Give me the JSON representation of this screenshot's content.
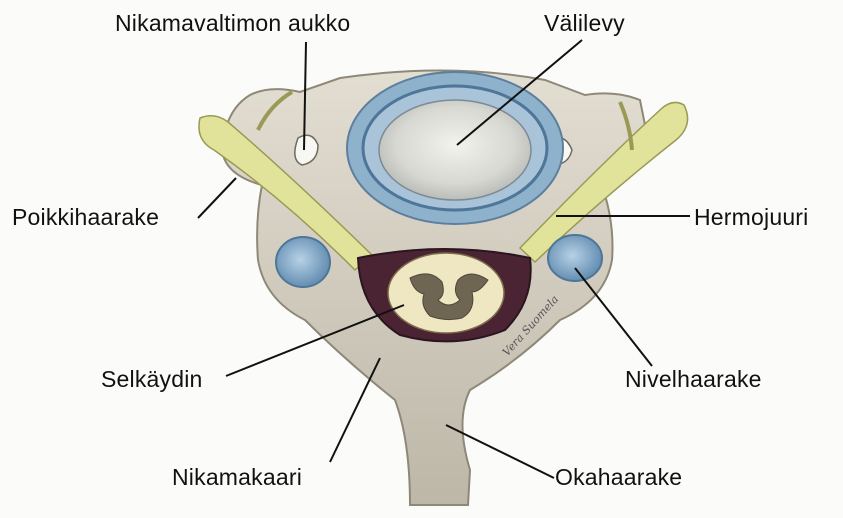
{
  "labels": {
    "vertebral_artery_foramen": "Nikamavaltimon aukko",
    "disc": "Välilevy",
    "transverse_process": "Poikkihaarake",
    "nerve_root": "Hermojuuri",
    "spinal_cord": "Selkäydin",
    "articular_process": "Nivelhaarake",
    "vertebral_arch": "Nikamakaari",
    "spinous_process": "Okahaarake"
  },
  "artist_signature": "Vera Suomela",
  "colors": {
    "bone": "#d9d4c6",
    "bone_shadow": "#a9a394",
    "disc_ring": "#7fa2bf",
    "disc_center": "#dcdcd6",
    "nerve": "#e2e39a",
    "cord_sheath": "#4a2433",
    "cord_white": "#efe6c2",
    "cord_gray": "#6e6553",
    "joint": "#8fb3d0",
    "leader_line": "#111111"
  }
}
